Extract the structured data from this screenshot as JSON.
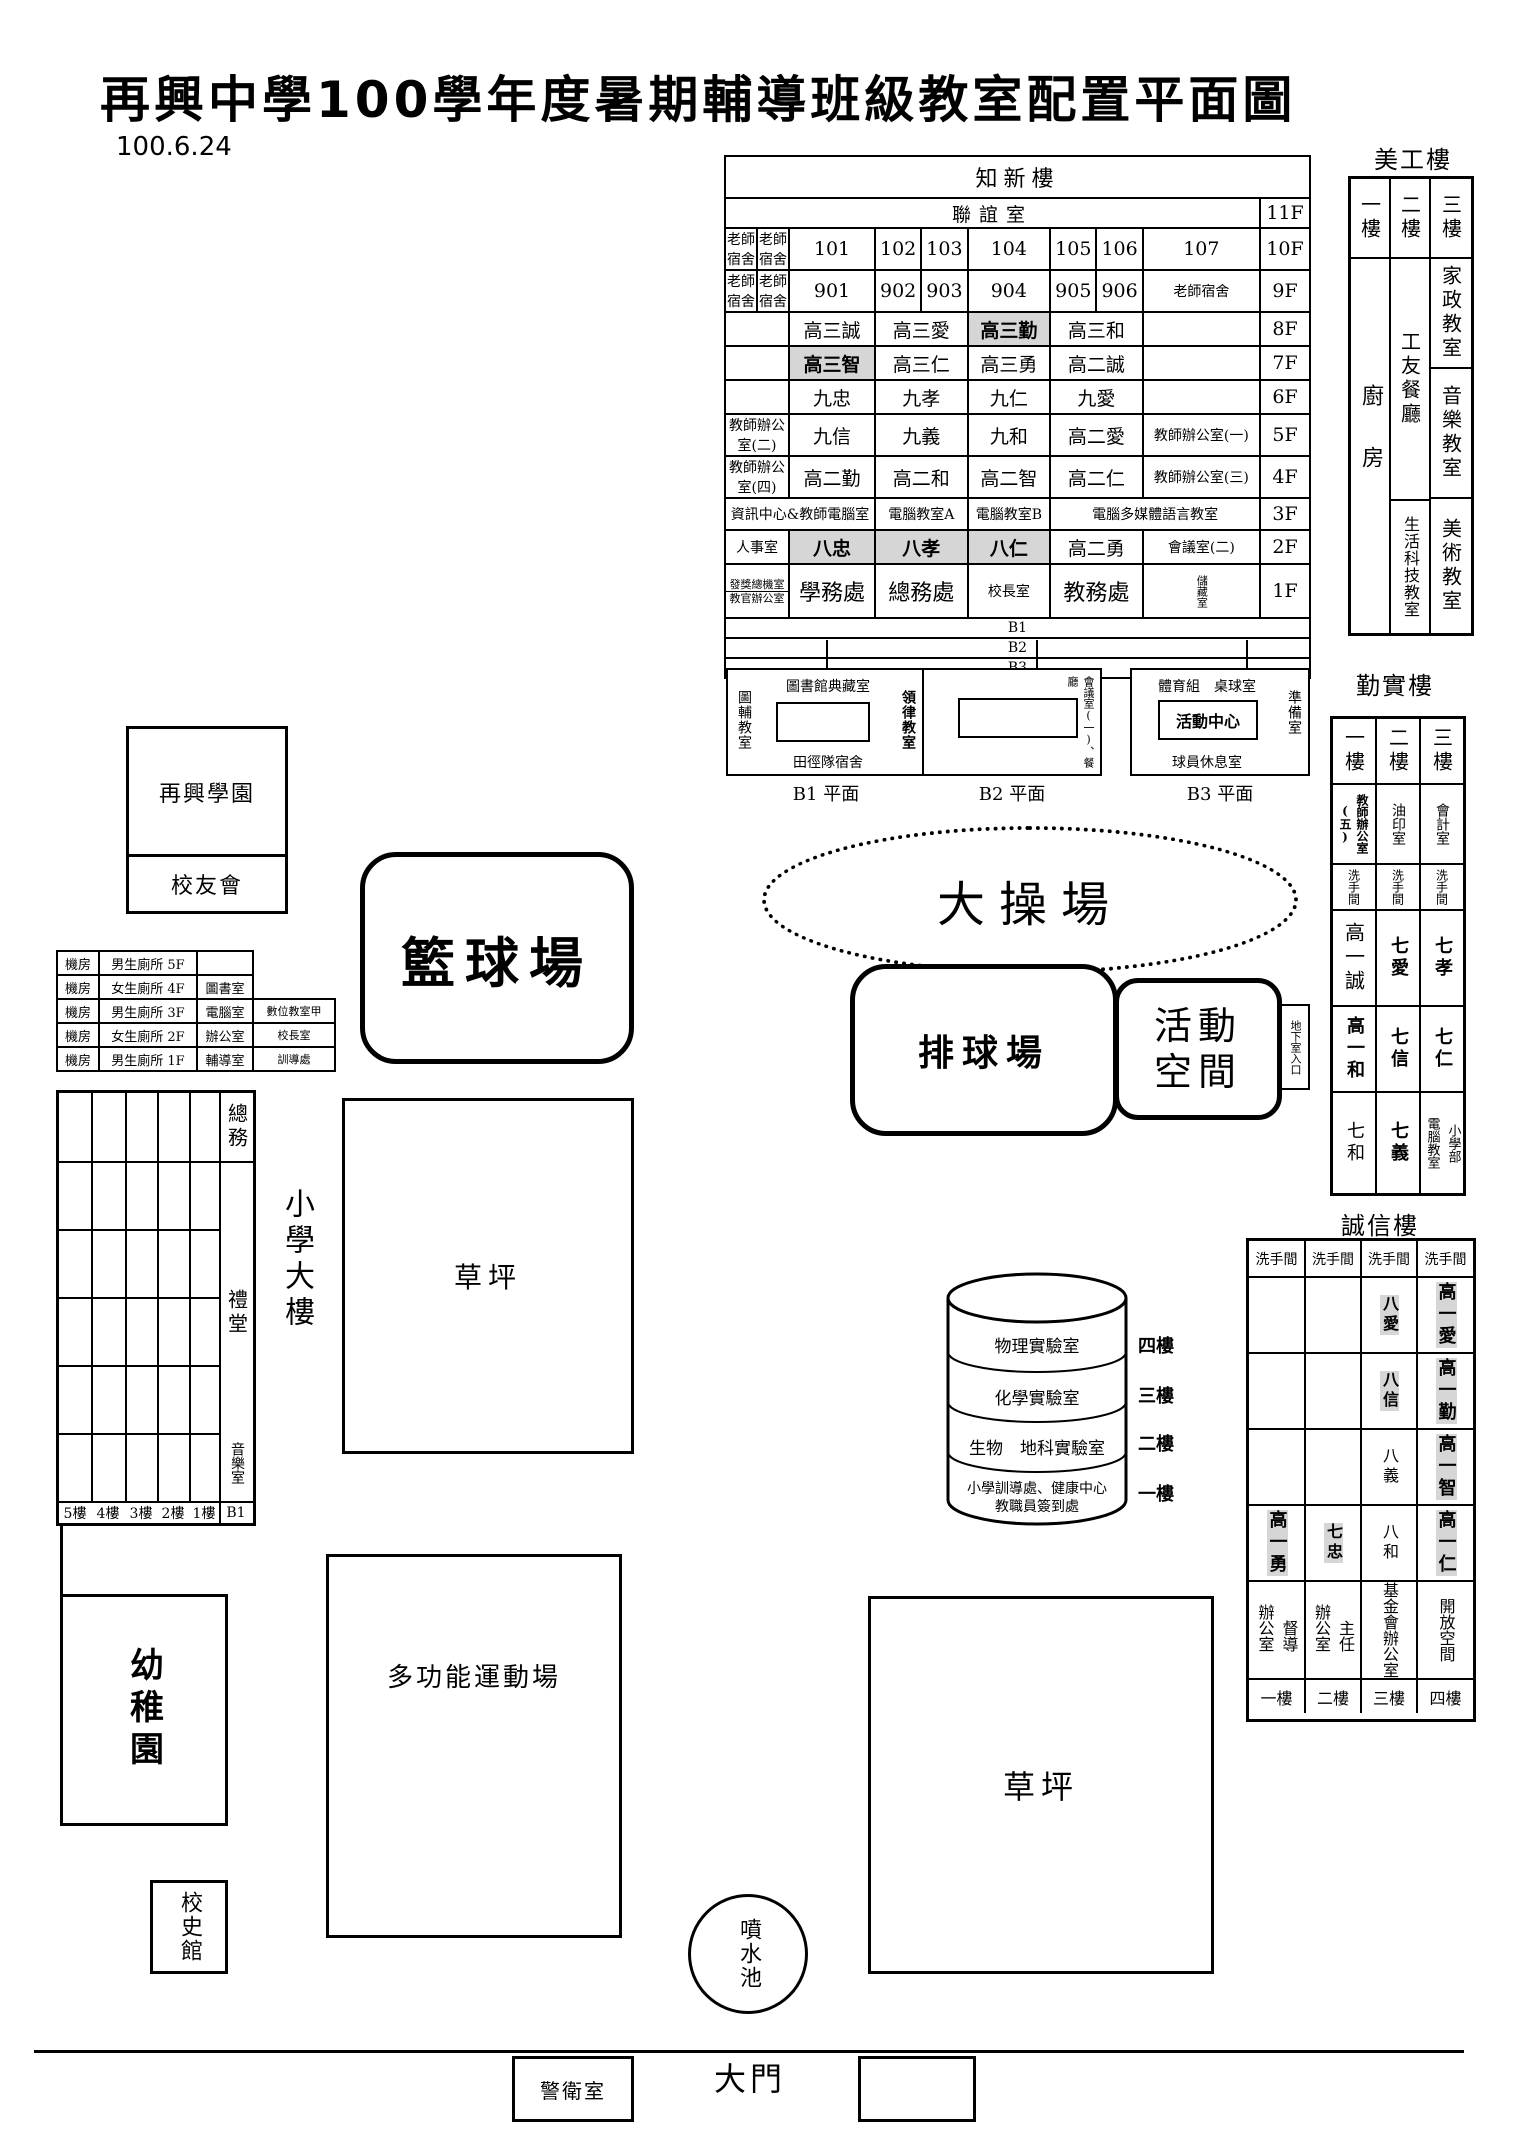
{
  "title": "再興中學100學年度暑期輔導班級教室配置平面圖",
  "date": "100.6.24",
  "zhixin": {
    "name": "知新樓",
    "rows": [
      {
        "cells": [
          "聯誼室"
        ],
        "floor": "11F"
      },
      {
        "cells": [
          "老師宿舍",
          "老師宿舍",
          "101",
          "102",
          "103",
          "104",
          "105",
          "106",
          "107",
          ""
        ],
        "floor": "10F"
      },
      {
        "cells": [
          "老師宿舍",
          "老師宿舍",
          "901",
          "902",
          "903",
          "904",
          "905",
          "906",
          "老師宿舍"
        ],
        "floor": "9F"
      },
      {
        "cells": [
          "",
          "高三誠",
          "高三愛",
          "高三勤",
          "高三和",
          ""
        ],
        "floor": "8F"
      },
      {
        "cells": [
          "",
          "高三智",
          "高三仁",
          "高三勇",
          "高二誠",
          ""
        ],
        "floor": "7F"
      },
      {
        "cells": [
          "",
          "九忠",
          "九孝",
          "九仁",
          "九愛",
          ""
        ],
        "floor": "6F"
      },
      {
        "cells": [
          "教師辦公室(二)",
          "九信",
          "九義",
          "九和",
          "高二愛",
          "教師辦公室(一)"
        ],
        "floor": "5F"
      },
      {
        "cells": [
          "教師辦公室(四)",
          "高二勤",
          "高二和",
          "高二智",
          "高二仁",
          "教師辦公室(三)"
        ],
        "floor": "4F"
      },
      {
        "cells": [
          "資訊中心&教師電腦室",
          "電腦教室A",
          "電腦教室B",
          "電腦多媒體語言教室"
        ],
        "floor": "3F"
      },
      {
        "cells": [
          "人事室",
          "八忠",
          "八孝",
          "八仁",
          "高二勇",
          "會議室(二)"
        ],
        "floor": "2F"
      },
      {
        "cells": [
          "發獎總機室",
          "教官辦公室",
          "學務處",
          "總務處",
          "校長室",
          "教務處",
          "儲藏室"
        ],
        "floor": "1F"
      },
      {
        "cells": [
          "B1"
        ]
      },
      {
        "cells": [
          "B2"
        ]
      },
      {
        "cells": [
          "B3"
        ]
      }
    ],
    "b1": {
      "caption": "B1 平面",
      "top": "圖書館典藏室",
      "side_left": "圖輔教室",
      "side_right": "領律教室",
      "bottom": "田徑隊宿舍"
    },
    "b2": {
      "caption": "B2 平面",
      "side_right": "會議室(一)、餐廳"
    },
    "b3": {
      "caption": "B3 平面",
      "top": "體育組　桌球室",
      "inner": "活動中心",
      "side_right": "準備室",
      "bottom": "球員休息室"
    }
  },
  "meigong": {
    "name": "美工樓",
    "floors": [
      "一樓",
      "二樓",
      "三樓"
    ],
    "kitchen": "廚房",
    "canteen": "工友餐廳",
    "home_ec": "家政教室",
    "music": "音樂教室",
    "life_tech": "生活科技教室",
    "art": "美術教室"
  },
  "qinshi": {
    "name": "勤實樓",
    "floors": [
      "一樓",
      "二樓",
      "三樓"
    ],
    "row1": [
      "教師辦公室(五)",
      "油印室",
      "會計室"
    ],
    "row2": [
      "洗手間",
      "洗手間",
      "洗手間"
    ],
    "row3": [
      "高一誠",
      "七愛",
      "七孝"
    ],
    "row4": [
      "高一和",
      "七信",
      "七仁"
    ],
    "row5": [
      "七和",
      "七義",
      "電腦教室",
      "小學部"
    ]
  },
  "chengxin": {
    "name": "誠信樓",
    "head": [
      "洗手間",
      "洗手間",
      "洗手間",
      "洗手間"
    ],
    "rows": [
      [
        "",
        "",
        "八愛",
        "高一愛"
      ],
      [
        "",
        "",
        "八信",
        "高一勤"
      ],
      [
        "",
        "",
        "八義",
        "高一智"
      ],
      [
        "高一勇",
        "七忠",
        "八和",
        "高一仁"
      ],
      [
        "辦公室",
        "督導",
        "辦公室",
        "主任",
        "基金會辦公室",
        "開放空間"
      ]
    ],
    "floors": [
      "一樓",
      "二樓",
      "三樓",
      "四樓"
    ]
  },
  "primary": {
    "rows": [
      [
        "機房",
        "男生廁所 5F",
        ""
      ],
      [
        "機房",
        "女生廁所 4F",
        "圖書室"
      ],
      [
        "機房",
        "男生廁所 3F",
        "電腦室",
        "數位教室甲"
      ],
      [
        "機房",
        "女生廁所 2F",
        "辦公室",
        "校長室"
      ],
      [
        "機房",
        "男生廁所 1F",
        "輔導室",
        "訓導處"
      ]
    ],
    "zongwu": "總務",
    "litang": "禮堂",
    "music": "音樂室",
    "building": "小學大樓",
    "floors": [
      "5樓",
      "4樓",
      "3樓",
      "2樓",
      "1樓",
      "B1"
    ]
  },
  "labels": {
    "zaixing": "再興學園",
    "alumni": "校友會",
    "basketball": "籃球場",
    "field": "大操場",
    "volleyball": "排球場",
    "activity": "活動空間",
    "basement": "地下室入口",
    "lawn1": "草坪",
    "lawn2": "草坪",
    "kinder": "幼稚園",
    "multi": "多功能運動場",
    "history": "校史館",
    "fountain": "噴水池",
    "gate": "大門",
    "guard": "警衛室"
  },
  "lab": {
    "floors": [
      "物理實驗室",
      "化學實驗室",
      "生物　地科實驗室",
      "小學訓導處、健康中心 教職員簽到處"
    ],
    "levels": [
      "四樓",
      "三樓",
      "二樓",
      "一樓"
    ]
  }
}
